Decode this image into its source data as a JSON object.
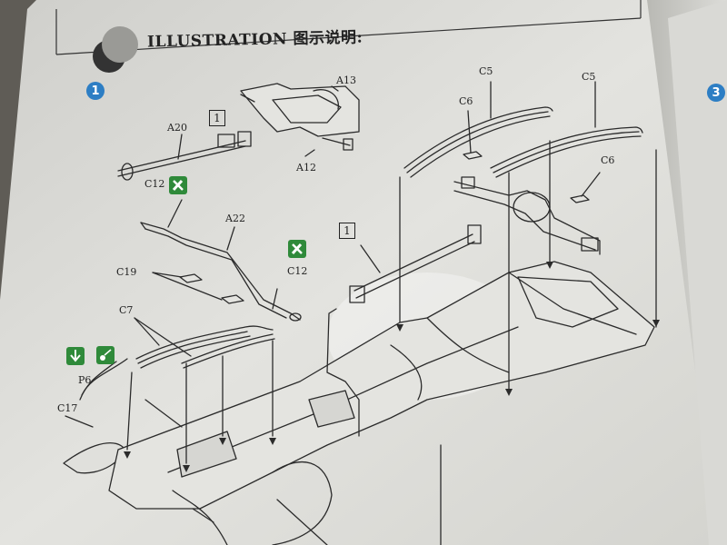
{
  "header": {
    "title": "ILLUSTRATION 图示说明:"
  },
  "steps": {
    "left_badge": "1",
    "right_badge": "3"
  },
  "part_labels": {
    "a13": "A13",
    "a20": "A20",
    "a12": "A12",
    "c12_top": "C12",
    "a22": "A22",
    "c12_right": "C12",
    "c19": "C19",
    "c7": "C7",
    "p6": "P6",
    "c17": "C17",
    "c5_left": "C5",
    "c5_right": "C5",
    "c6_left": "C6",
    "c6_right": "C6"
  },
  "callouts": {
    "box_left": "1",
    "box_center": "1"
  },
  "colors": {
    "paper": "#dcdcd8",
    "ink": "#222222",
    "accent_blue": "#2d7ec4",
    "glue_green": "#2f8a3a"
  },
  "icons": [
    "no-glue-icon",
    "glue-icon",
    "drill-icon",
    "step-badge"
  ]
}
